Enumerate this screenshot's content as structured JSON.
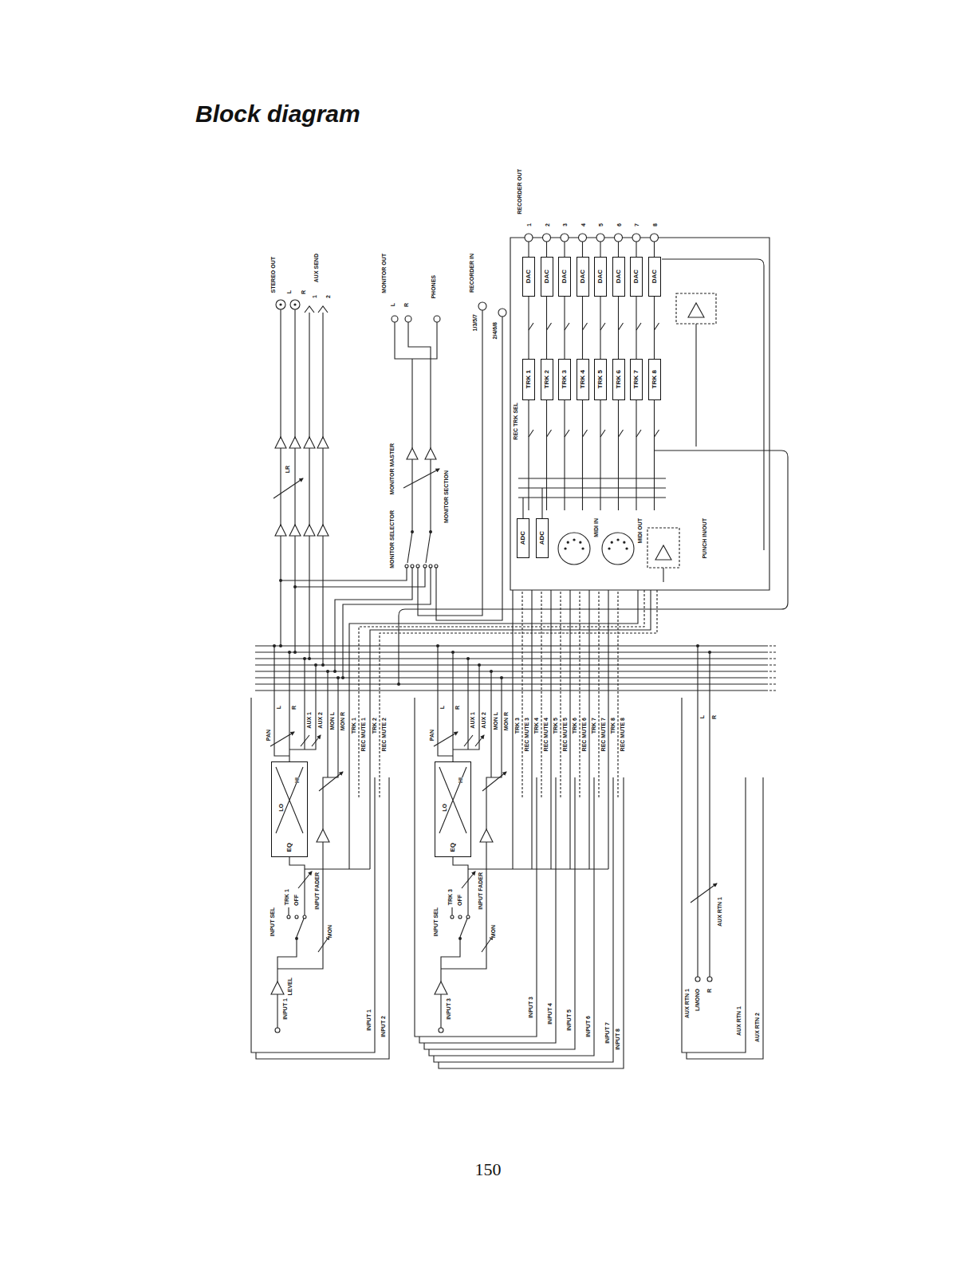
{
  "diagram": {
    "title": "Block diagram",
    "nodes": [
      {
        "text": [
          "DAC"
        ]
      },
      {
        "text": [
          "DAC"
        ]
      },
      {
        "text": [
          "DAC"
        ]
      },
      {
        "text": [
          "DAC"
        ]
      },
      {
        "text": [
          "DAC"
        ]
      },
      {
        "text": [
          "DAC"
        ]
      },
      {
        "text": [
          "DAC"
        ]
      },
      {
        "text": [
          "DAC"
        ]
      },
      {
        "text": [
          "TRK 1"
        ]
      },
      {
        "text": [
          "TRK 2"
        ]
      },
      {
        "text": [
          "TRK 3"
        ]
      },
      {
        "text": [
          "TRK 4"
        ]
      },
      {
        "text": [
          "TRK 5"
        ]
      },
      {
        "text": [
          "TRK 6"
        ]
      },
      {
        "text": [
          "TRK 7"
        ]
      },
      {
        "text": [
          "TRK 8"
        ]
      },
      {
        "text": [
          "ADC"
        ]
      },
      {
        "text": [
          "ADC"
        ]
      },
      {
        "text": [
          "EQ"
        ]
      },
      {
        "text": [
          "EQ"
        ]
      }
    ],
    "edges": [
      {
        "from": 8,
        "to": 0,
        "arrow": "none"
      },
      {
        "from": 9,
        "to": 1,
        "arrow": "none"
      },
      {
        "from": 10,
        "to": 2,
        "arrow": "none"
      },
      {
        "from": 11,
        "to": 3,
        "arrow": "none"
      },
      {
        "from": 12,
        "to": 4,
        "arrow": "none"
      },
      {
        "from": 13,
        "to": 5,
        "arrow": "none"
      },
      {
        "from": 14,
        "to": 6,
        "arrow": "none"
      },
      {
        "from": 15,
        "to": 7,
        "arrow": "none"
      }
    ],
    "labels": [
      "STEREO OUT",
      "L",
      "R",
      "AUX SEND",
      "1",
      "2",
      "MONITOR OUT",
      "L",
      "R",
      "PHONES",
      "RECORDER IN",
      "1/3/5/7",
      "2/4/6/8",
      "RECORDER OUT",
      "1",
      "2",
      "3",
      "4",
      "5",
      "6",
      "7",
      "8",
      "LR",
      "MONITOR SELECTOR",
      "MONITOR MASTER",
      "MONITOR SECTION",
      "REC TRK SEL",
      "MIDI IN",
      "MIDI OUT",
      "PUNCH IN/OUT",
      "INPUT 1",
      "LEVEL",
      "INPUT SEL",
      "TRK 1",
      "OFF",
      "INPUT FADER",
      "MON",
      "LO",
      "HI",
      "PAN",
      "L",
      "R",
      "AUX 1",
      "AUX 2",
      "MON L",
      "MON R",
      "TRK 1",
      "REC MUTE 1",
      "TRK 2",
      "REC MUTE 2",
      "INPUT 1",
      "INPUT 2",
      "INPUT 3",
      "INPUT SEL",
      "TRK 3",
      "OFF",
      "INPUT FADER",
      "MON",
      "LO",
      "HI",
      "PAN",
      "L",
      "R",
      "AUX 1",
      "AUX 2",
      "MON L",
      "MON R",
      "TRK 3",
      "REC MUTE 3",
      "TRK 4",
      "REC MUTE 4",
      "TRK 5",
      "REC MUTE 5",
      "TRK 6",
      "REC MUTE 6",
      "TRK 7",
      "REC MUTE 7",
      "TRK 8",
      "REC MUTE 8",
      "INPUT 3",
      "INPUT 4",
      "INPUT 5",
      "INPUT 6",
      "INPUT 7",
      "INPUT 8",
      "AUX RTN 1",
      "L/MONO",
      "R",
      "AUX RTN 1",
      "L",
      "R",
      "AUX RTN 1",
      "AUX RTN 2",
      "150"
    ]
  }
}
